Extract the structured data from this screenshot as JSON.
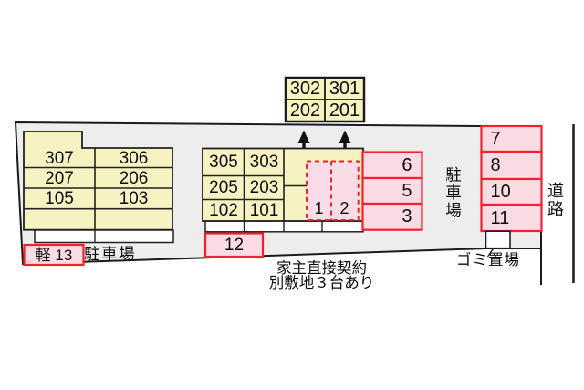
{
  "colors": {
    "room_fill": "#f6f2c2",
    "parking_fill": "#fbdbe3",
    "dashed_fill": "#fadce6",
    "parking_border": "#f2212f",
    "site_fill": "#ededed",
    "line": "#1b1b1b"
  },
  "upper_annex": {
    "rooms": [
      "302",
      "301",
      "202",
      "201"
    ]
  },
  "left_building": {
    "rows": [
      [
        "307",
        "306"
      ],
      [
        "207",
        "206"
      ],
      [
        "105",
        "103"
      ]
    ]
  },
  "middle_building": {
    "rows": [
      [
        "305",
        "303"
      ],
      [
        "205",
        "203"
      ],
      [
        "102",
        "101"
      ]
    ]
  },
  "dashed_spots": [
    "1",
    "2"
  ],
  "parking_mid": [
    "6",
    "5",
    "3"
  ],
  "parking_right": [
    "7",
    "8",
    "10",
    "11"
  ],
  "parking_bottom": "12",
  "parking_kei": "軽 13",
  "labels": {
    "parking_left": "駐車場",
    "parking_vertical": "駐車場",
    "road": "道路",
    "garbage": "ゴミ置場",
    "note1": "家主直接契約",
    "note2": "別敷地３台あり"
  }
}
